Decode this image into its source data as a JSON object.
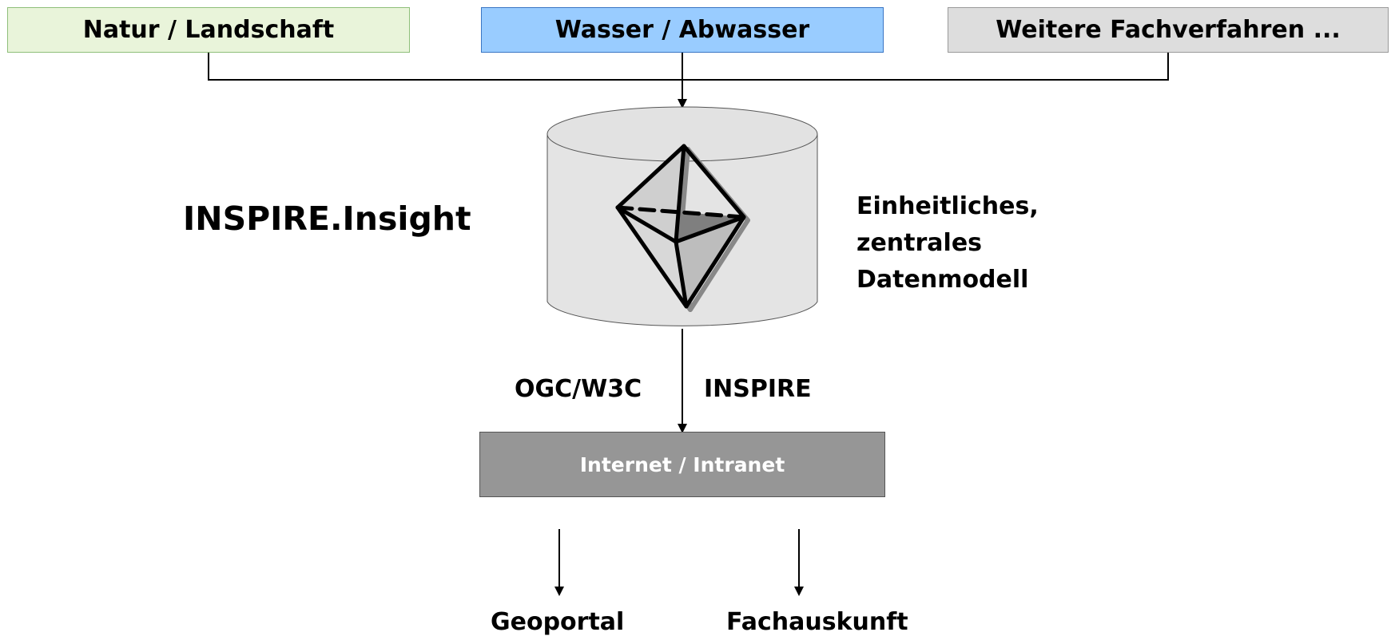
{
  "sources": {
    "natur": "Natur / Landschaft",
    "wasser": "Wasser / Abwasser",
    "weitere": "Weitere Fachverfahren ..."
  },
  "title": "INSPIRE.Insight",
  "model_description": [
    "Einheitliches,",
    "zentrales",
    "Datenmodell"
  ],
  "protocols": {
    "left": "OGC/W3C",
    "right": "INSPIRE"
  },
  "network": "Internet / Intranet",
  "outputs": {
    "left": "Geoportal",
    "right": "Fachauskunft"
  },
  "colors": {
    "natur_fill": "#e9f4da",
    "wasser_fill": "#99ccff",
    "weitere_fill": "#dddddd",
    "cylinder_fill": "#e4e4e4",
    "network_fill": "#969696"
  },
  "icons": [
    "database-cylinder-icon",
    "octahedron-icon"
  ]
}
